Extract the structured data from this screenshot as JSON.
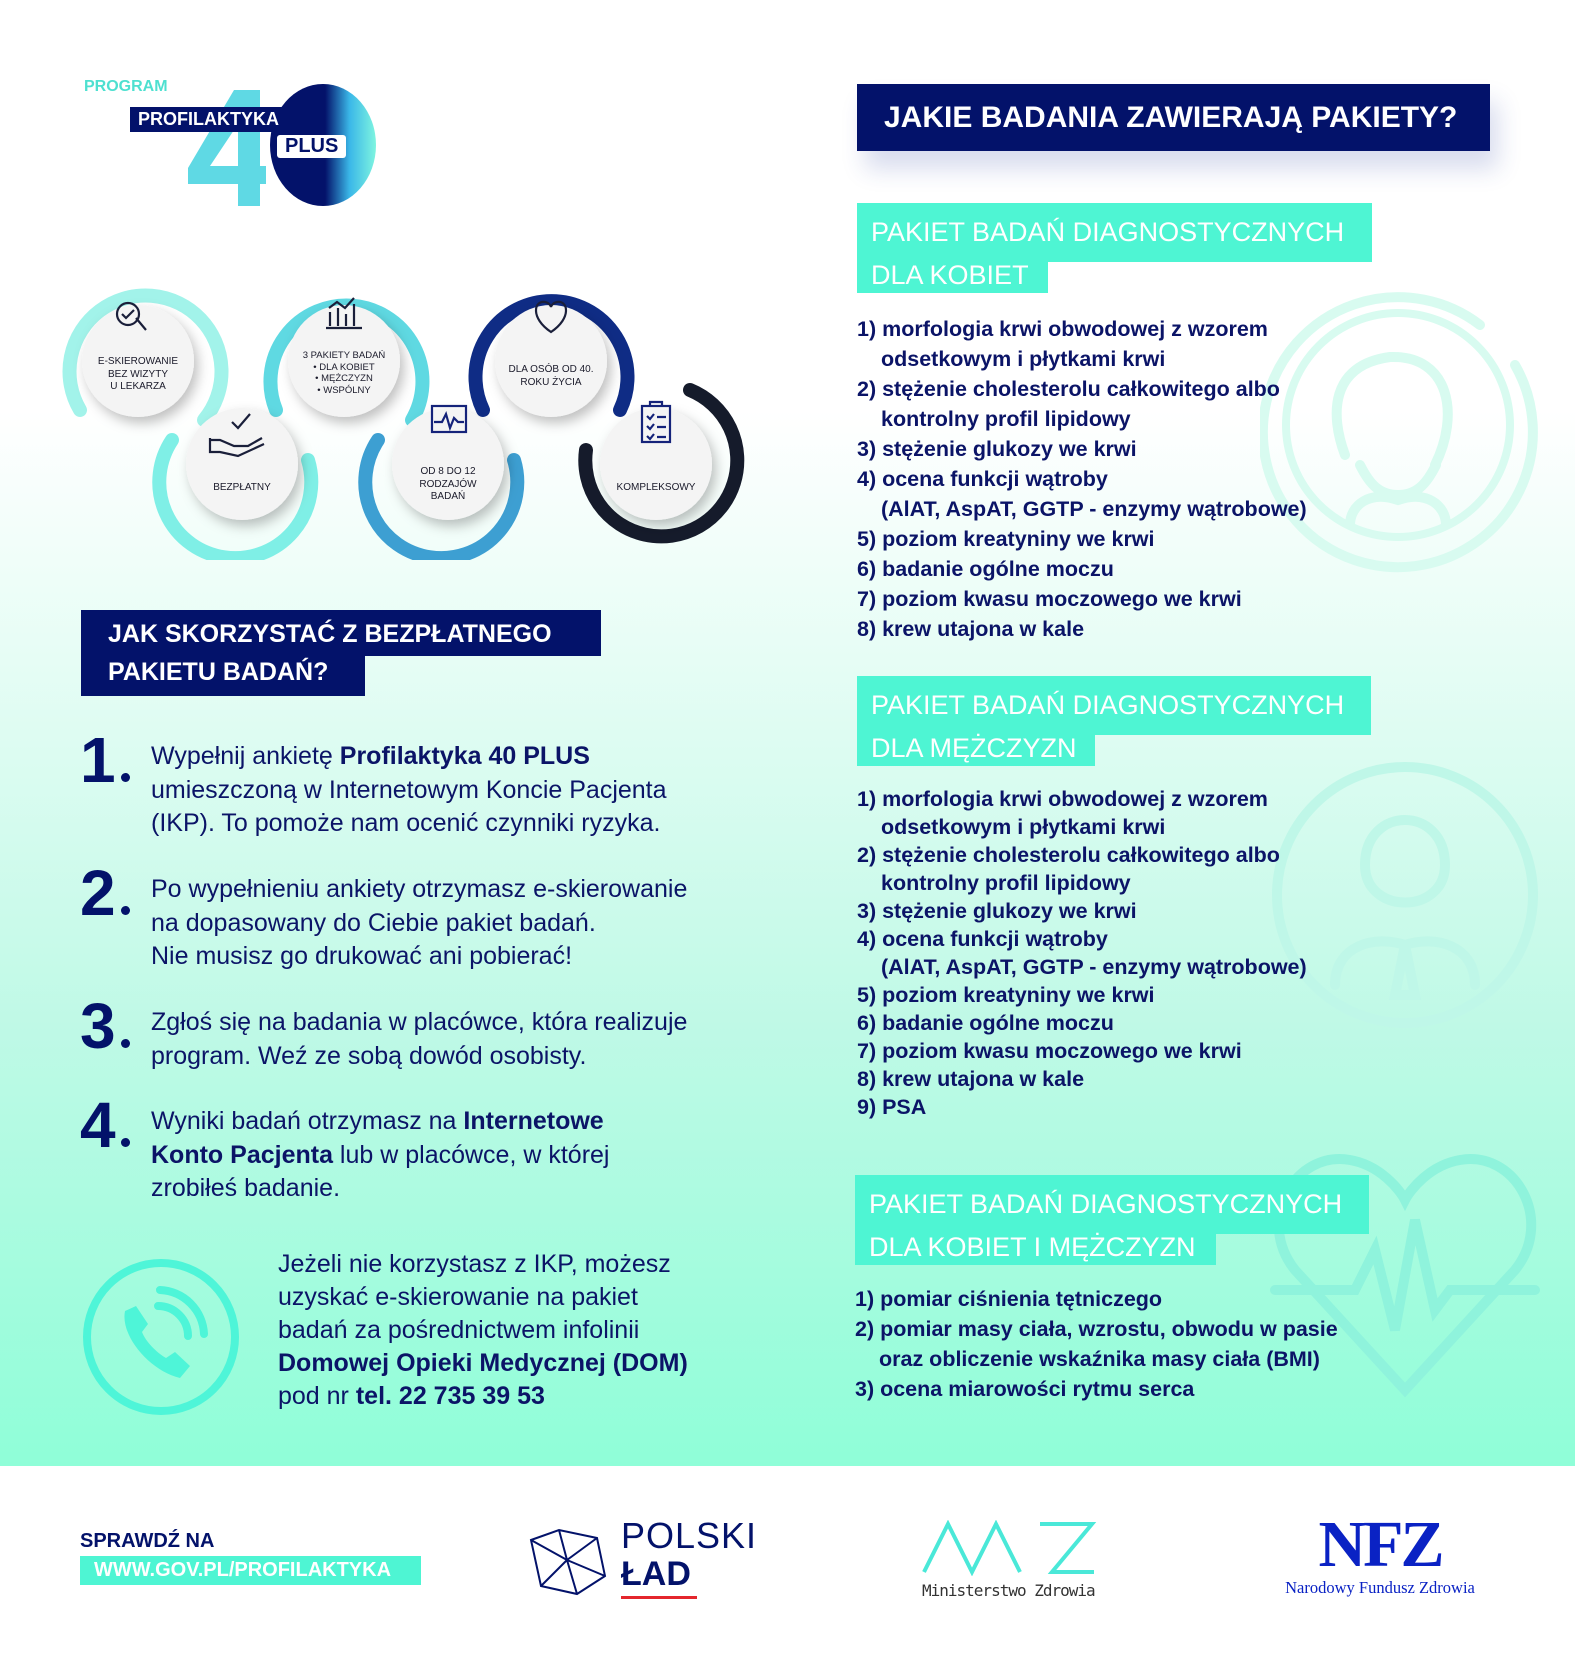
{
  "logo": {
    "program": "PROGRAM",
    "name": "PROFILAKTYKA",
    "plus": "PLUS",
    "number": "40"
  },
  "features": [
    {
      "icon": "touch-check-icon",
      "lines": [
        "E-SKIEROWANIE",
        "BEZ WIZYTY",
        "U LEKARZA"
      ]
    },
    {
      "icon": "hand-check-icon",
      "lines": [
        "BEZPŁATNY"
      ]
    },
    {
      "icon": "bar-chart-icon",
      "lines": [
        "3 PAKIETY BADAŃ",
        "• DLA KOBIET",
        "• MĘŻCZYZN",
        "• WSPÓLNY"
      ]
    },
    {
      "icon": "heart-monitor-icon",
      "lines": [
        "OD 8 DO 12",
        "RODZAJÓW",
        "BADAŃ"
      ]
    },
    {
      "icon": "handshake-heart-icon",
      "lines": [
        "DLA OSÓB OD 40.",
        "ROKU ŻYCIA"
      ]
    },
    {
      "icon": "clipboard-icon",
      "lines": [
        "KOMPLEKSOWY"
      ]
    }
  ],
  "how": {
    "title_lines": [
      "JAK SKORZYSTAĆ Z BEZPŁATNEGO",
      "PAKIETU BADAŃ?"
    ],
    "steps": [
      {
        "num": "1",
        "l1a": "Wypełnij ankietę ",
        "l1b": "Profilaktyka 40 PLUS",
        "l2": "umieszczoną w Internetowym Koncie Pacjenta",
        "l3": "(IKP). To pomoże nam ocenić czynniki ryzyka."
      },
      {
        "num": "2",
        "l1": "Po wypełnieniu ankiety otrzymasz e-skierowanie",
        "l2": "na dopasowany do Ciebie pakiet badań.",
        "l3": "Nie musisz go drukować ani pobierać!"
      },
      {
        "num": "3",
        "l1": "Zgłoś się na badania w placówce, która realizuje",
        "l2": "program. Weź ze sobą dowód osobisty."
      },
      {
        "num": "4",
        "l1a": "Wyniki badań otrzymasz na ",
        "l1b": "Internetowe",
        "l2a": "Konto Pacjenta",
        "l2b": " lub w placówce, w której",
        "l3": "zrobiłeś badanie."
      }
    ],
    "phone": {
      "l1": "Jeżeli nie korzystasz z IKP, możesz",
      "l2": "uzyskać e-skierowanie na pakiet",
      "l3": "badań za pośrednictwem infolinii",
      "l4": "Domowej Opieki Medycznej (DOM)",
      "l5a": "pod nr ",
      "l5b": "tel. 22 735 39 53"
    }
  },
  "packages": {
    "title": "JAKIE BADANIA ZAWIERAJĄ PAKIETY?",
    "women": {
      "title_lines": [
        "PAKIET BADAŃ DIAGNOSTYCZNYCH",
        "DLA KOBIET"
      ],
      "items": [
        [
          "1) morfologia krwi obwodowej z wzorem",
          "odsetkowym i płytkami krwi"
        ],
        [
          "2) stężenie cholesterolu całkowitego albo",
          "kontrolny profil lipidowy"
        ],
        [
          "3) stężenie glukozy we krwi"
        ],
        [
          "4) ocena funkcji wątroby",
          "(AlAT, AspAT, GGTP - enzymy wątrobowe)"
        ],
        [
          "5) poziom kreatyniny we krwi"
        ],
        [
          "6) badanie ogólne moczu"
        ],
        [
          "7) poziom kwasu moczowego we krwi"
        ],
        [
          "8) krew utajona w kale"
        ]
      ]
    },
    "men": {
      "title_lines": [
        "PAKIET BADAŃ DIAGNOSTYCZNYCH",
        "DLA MĘŻCZYZN"
      ],
      "items": [
        [
          "1) morfologia krwi obwodowej z wzorem",
          "odsetkowym i płytkami krwi"
        ],
        [
          "2) stężenie cholesterolu całkowitego albo",
          "kontrolny profil lipidowy"
        ],
        [
          "3) stężenie glukozy we krwi"
        ],
        [
          "4) ocena funkcji wątroby",
          "(AlAT, AspAT, GGTP - enzymy wątrobowe)"
        ],
        [
          "5) poziom kreatyniny we krwi"
        ],
        [
          "6) badanie ogólne moczu"
        ],
        [
          "7) poziom kwasu moczowego we krwi"
        ],
        [
          "8) krew utajona w kale"
        ],
        [
          "9) PSA"
        ]
      ]
    },
    "both": {
      "title_lines": [
        "PAKIET BADAŃ DIAGNOSTYCZNYCH",
        "DLA KOBIET I MĘŻCZYZN"
      ],
      "items": [
        [
          "1) pomiar ciśnienia tętniczego"
        ],
        [
          "2) pomiar masy ciała, wzrostu, obwodu w pasie",
          "oraz obliczenie wskaźnika masy ciała (BMI)"
        ],
        [
          "3) ocena miarowości rytmu serca"
        ]
      ]
    }
  },
  "footer": {
    "check": "SPRAWDŹ NA",
    "url": "WWW.GOV.PL/PROFILAKTYKA",
    "polski": "POLSKI",
    "lad": "ŁAD",
    "mz": "Ministerstwo Zdrowia",
    "nfz": "NFZ",
    "nfz_full": "Narodowy Fundusz Zdrowia"
  },
  "colors": {
    "navy": "#03126a",
    "teal": "#4ef5d3",
    "mint": "#8ffed8"
  }
}
